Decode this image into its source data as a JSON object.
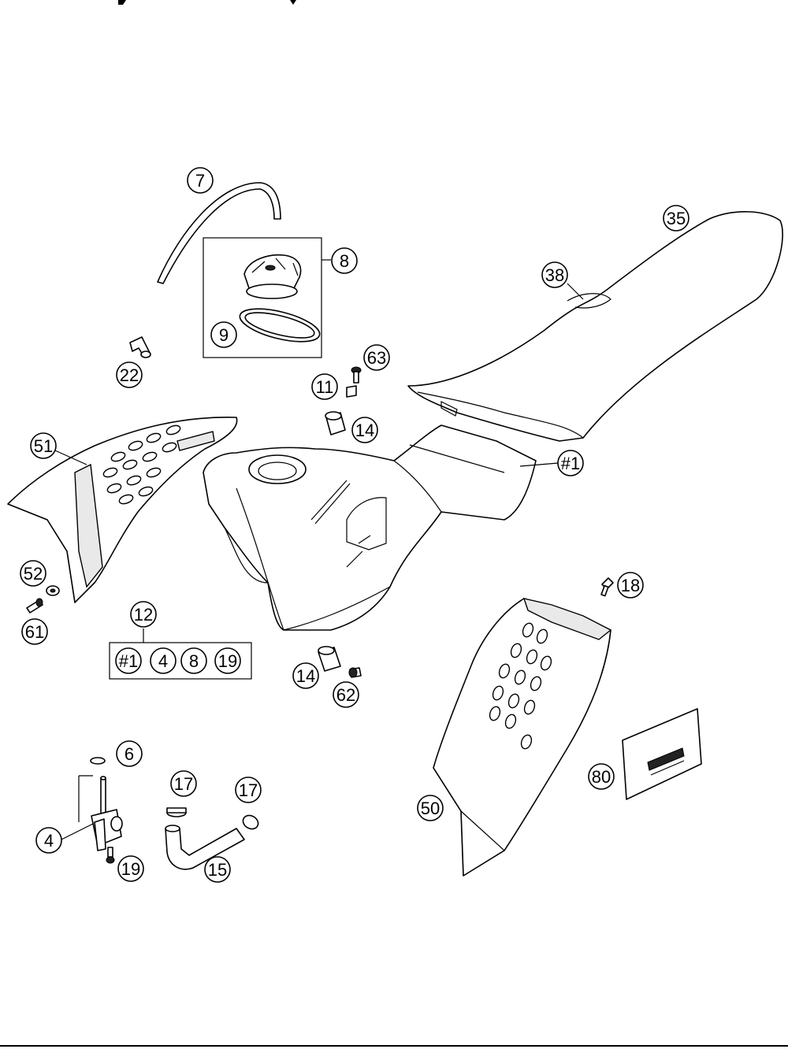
{
  "labels": {
    "l7": "7",
    "l8": "8",
    "l9": "9",
    "l35": "35",
    "l38": "38",
    "l22": "22",
    "l63": "63",
    "l11": "11",
    "l14a": "14",
    "l51": "51",
    "lh1": "#1",
    "l52": "52",
    "l61": "61",
    "l12": "12",
    "l18": "18",
    "l14b": "14",
    "l62": "62",
    "l6": "6",
    "l17a": "17",
    "l17b": "17",
    "l4": "4",
    "l19": "19",
    "l15": "15",
    "l50": "50",
    "l80": "80"
  },
  "kit": {
    "k1": "#1",
    "k4": "4",
    "k8": "8",
    "k19": "19"
  }
}
